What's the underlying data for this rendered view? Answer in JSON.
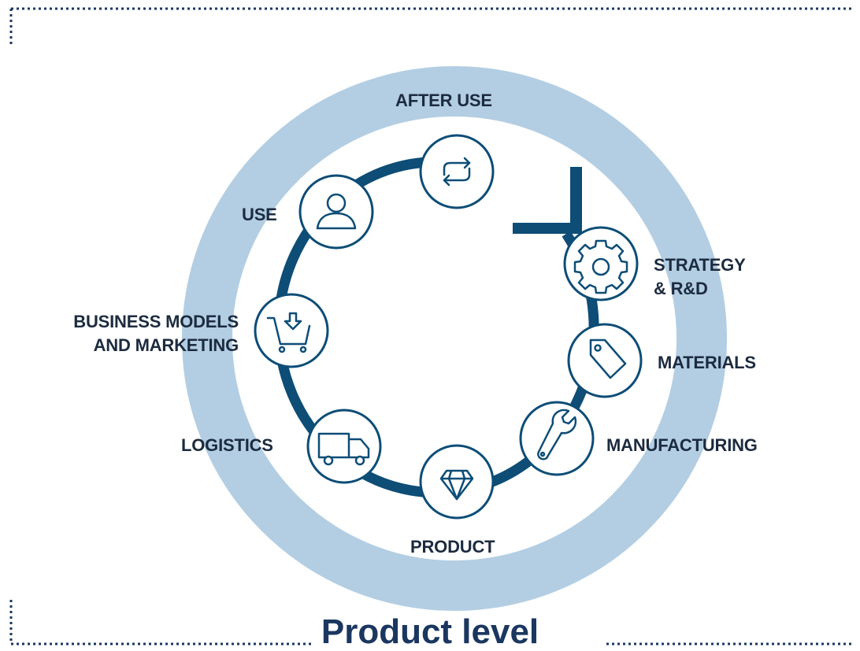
{
  "title": "Product level",
  "colors": {
    "outer_ring": "#b3cee3",
    "cycle_line": "#0d4d76",
    "node_stroke": "#0d4d76",
    "label_text": "#1c2b3f",
    "title_text": "#1b3760",
    "frame_dots": "#1b3760"
  },
  "stages": [
    {
      "id": "strategy",
      "label_lines": [
        "STRATEGY",
        "& R&D"
      ],
      "icon": "gear-icon"
    },
    {
      "id": "materials",
      "label_lines": [
        "MATERIALS"
      ],
      "icon": "tag-icon"
    },
    {
      "id": "manufacturing",
      "label_lines": [
        "MANUFACTURING"
      ],
      "icon": "wrench-icon"
    },
    {
      "id": "product",
      "label_lines": [
        "PRODUCT"
      ],
      "icon": "diamond-icon"
    },
    {
      "id": "logistics",
      "label_lines": [
        "LOGISTICS"
      ],
      "icon": "truck-icon"
    },
    {
      "id": "business",
      "label_lines": [
        "BUSINESS MODELS",
        "AND MARKETING"
      ],
      "icon": "shopping-cart-icon"
    },
    {
      "id": "use",
      "label_lines": [
        "USE"
      ],
      "icon": "user-icon"
    },
    {
      "id": "after_use",
      "label_lines": [
        "AFTER USE"
      ],
      "icon": "recycle-arrows-icon"
    }
  ]
}
